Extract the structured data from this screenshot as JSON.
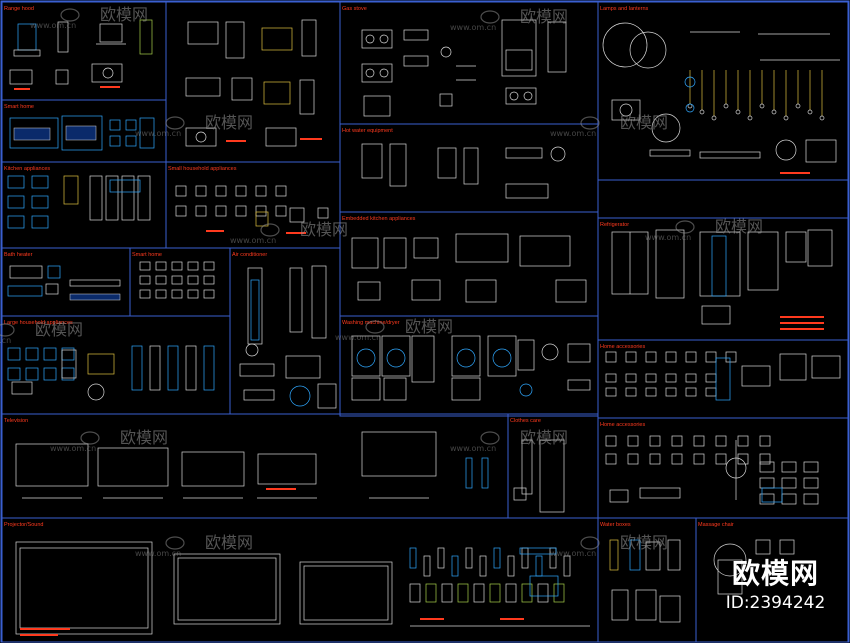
{
  "panels": [
    {
      "id": "range-hood",
      "title": "Range hood"
    },
    {
      "id": "gas-stove",
      "title": "Gas stove"
    },
    {
      "id": "lamps",
      "title": "Lamps and lanterns"
    },
    {
      "id": "smart-home",
      "title": "Smart home"
    },
    {
      "id": "water-heater",
      "title": "Hot water equipment"
    },
    {
      "id": "kitchen-appliances",
      "title": "Kitchen appliances"
    },
    {
      "id": "small-household",
      "title": "Small household appliances"
    },
    {
      "id": "embedded-kitchen",
      "title": "Embedded kitchen appliances"
    },
    {
      "id": "refrigerator",
      "title": "Refrigerator"
    },
    {
      "id": "bath-heater",
      "title": "Bath heater"
    },
    {
      "id": "smart-home-2",
      "title": "Smart home"
    },
    {
      "id": "air-conditioner",
      "title": "Air conditioner"
    },
    {
      "id": "large-household",
      "title": "Large household appliances"
    },
    {
      "id": "washing-machine",
      "title": "Washing machine/dryer"
    },
    {
      "id": "home-accessories",
      "title": "Home accessories"
    },
    {
      "id": "television",
      "title": "Television"
    },
    {
      "id": "clothes-care",
      "title": "Clothes care"
    },
    {
      "id": "home-accessories-2",
      "title": "Home accessories"
    },
    {
      "id": "projector",
      "title": "Projector/Sound"
    },
    {
      "id": "water-boxes",
      "title": "Water boxes"
    },
    {
      "id": "massage-chair",
      "title": "Massage chair"
    }
  ],
  "watermark": {
    "brand": "欧模网",
    "url": "www.om.cn"
  },
  "badge": {
    "logo": "欧模网",
    "id_text": "ID:2394242"
  },
  "colors": {
    "background": "#000000",
    "frame": "#3a5fd0",
    "title": "#ff3a1e",
    "line": "#d8d8d8",
    "accent": "#2fa8ff",
    "green": "#a8d04a",
    "yellow": "#e0c040"
  }
}
